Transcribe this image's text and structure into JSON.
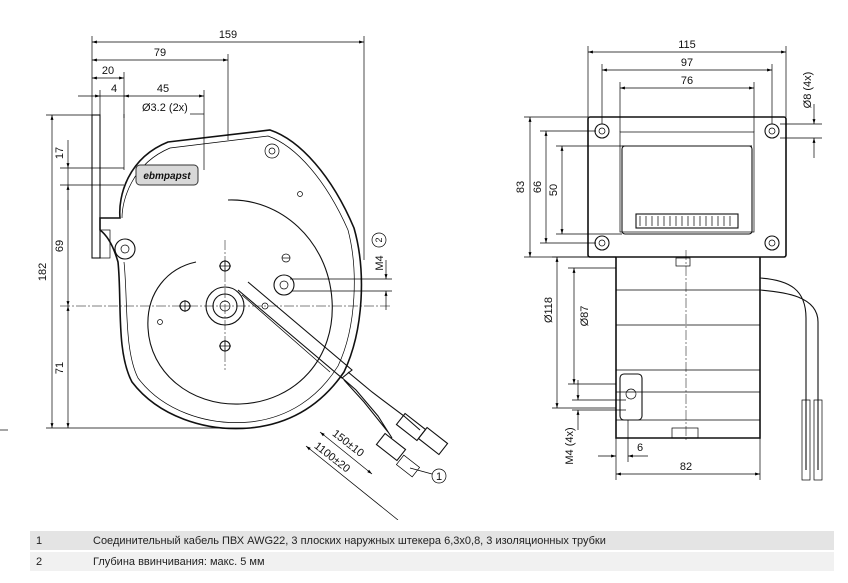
{
  "dimensions": {
    "front": {
      "width_overall": "159",
      "width_79": "79",
      "width_20": "20",
      "width_4": "4",
      "width_45": "45",
      "hole_dia": "Ø3.2 (2x)",
      "height_overall": "182",
      "height_17": "17",
      "height_69": "69",
      "height_71": "71",
      "thread": "M4",
      "cable_150": "150±10",
      "cable_1100": "1100±20"
    },
    "side": {
      "width_115": "115",
      "width_97": "97",
      "width_76": "76",
      "hole_dia": "Ø8 (4x)",
      "height_83": "83",
      "height_66": "66",
      "height_50": "50",
      "dia_118": "Ø118",
      "dia_87": "Ø87",
      "thread": "M4 (4x)",
      "depth_6": "6",
      "depth_82": "82"
    }
  },
  "logo_text": "ebmpapst",
  "callouts": {
    "one": "1",
    "two": "2"
  },
  "notes": [
    {
      "num": "1",
      "text": "Соединительный кабель ПВХ AWG22, 3 плоских наружных штекера 6,3х0,8, 3 изоляционных трубки"
    },
    {
      "num": "2",
      "text": "Глубина ввинчивания: макс. 5 мм"
    }
  ]
}
